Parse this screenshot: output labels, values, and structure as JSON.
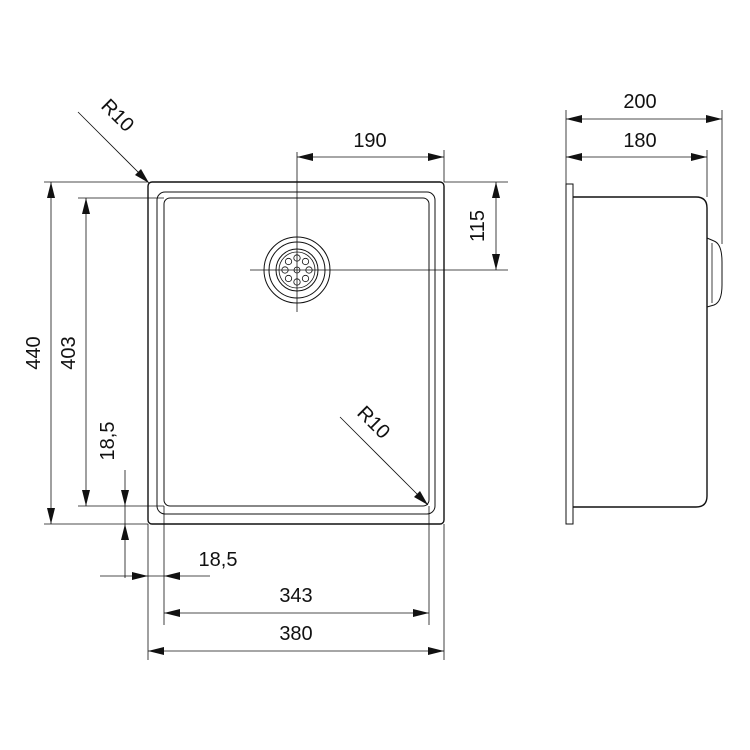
{
  "dimensions": {
    "outer_width": "380",
    "inner_width": "343",
    "outer_height": "440",
    "inner_height": "403",
    "drain_offset_x": "190",
    "drain_offset_y": "115",
    "edge_left": "18,5",
    "edge_bottom": "18,5",
    "radius_outer": "R10",
    "radius_inner": "R10",
    "side_total_depth": "200",
    "side_bowl_depth": "180"
  }
}
